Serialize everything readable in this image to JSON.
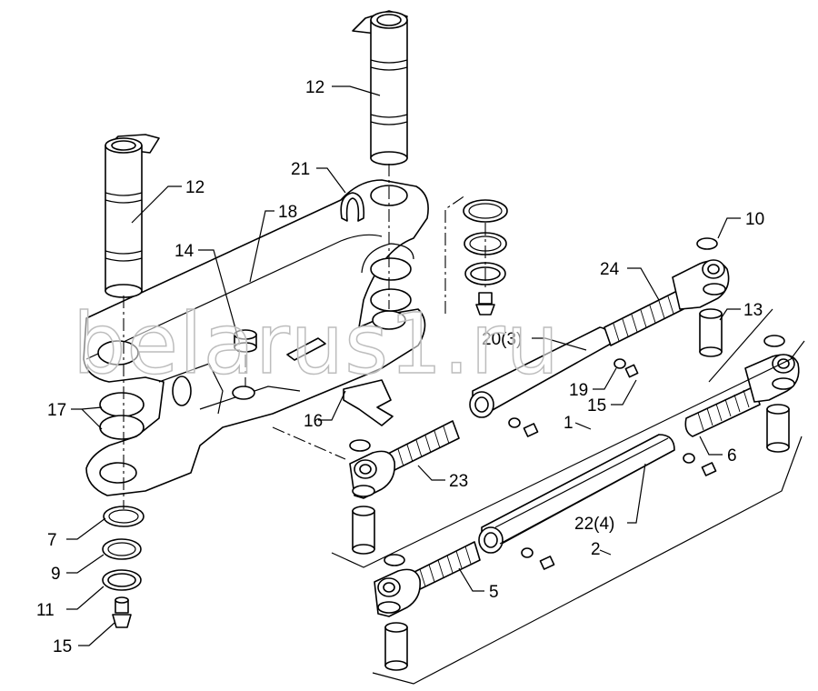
{
  "watermark": "belarus1.ru",
  "callouts": [
    {
      "id": "c12a",
      "text": "12"
    },
    {
      "id": "c12b",
      "text": "12"
    },
    {
      "id": "c21",
      "text": "21"
    },
    {
      "id": "c18",
      "text": "18"
    },
    {
      "id": "c14",
      "text": "14"
    },
    {
      "id": "c10",
      "text": "10"
    },
    {
      "id": "c24",
      "text": "24"
    },
    {
      "id": "c13",
      "text": "13"
    },
    {
      "id": "c20",
      "text": "20(3)"
    },
    {
      "id": "c19",
      "text": "19"
    },
    {
      "id": "c15a",
      "text": "15"
    },
    {
      "id": "c1",
      "text": "1"
    },
    {
      "id": "c17",
      "text": "17"
    },
    {
      "id": "c16",
      "text": "16"
    },
    {
      "id": "c6",
      "text": "6"
    },
    {
      "id": "c23",
      "text": "23"
    },
    {
      "id": "c22",
      "text": "22(4)"
    },
    {
      "id": "c2",
      "text": "2"
    },
    {
      "id": "c7",
      "text": "7"
    },
    {
      "id": "c9",
      "text": "9"
    },
    {
      "id": "c5",
      "text": "5"
    },
    {
      "id": "c11",
      "text": "11"
    },
    {
      "id": "c15b",
      "text": "15"
    }
  ]
}
